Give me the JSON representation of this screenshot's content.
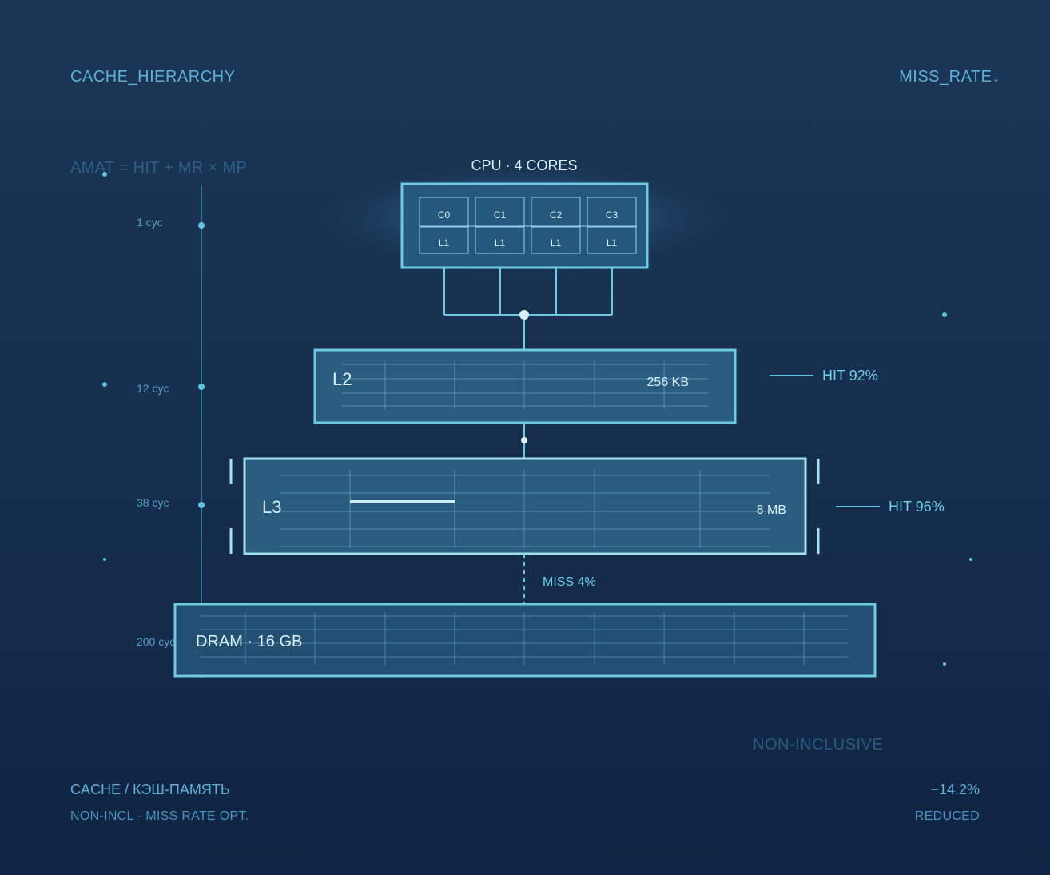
{
  "header": {
    "left_title": "CACHE_HIERARCHY",
    "right_title": "MISS_RATE↓"
  },
  "formula": "AMAT = HIT + MR × MP",
  "latencies": [
    "1 cyc",
    "12 cyc",
    "38 cyc",
    "200 cyc"
  ],
  "cpu": {
    "title": "CPU · 4 CORES",
    "cores": [
      {
        "name": "C0",
        "cache": "L1"
      },
      {
        "name": "C1",
        "cache": "L1"
      },
      {
        "name": "C2",
        "cache": "L1"
      },
      {
        "name": "C3",
        "cache": "L1"
      }
    ]
  },
  "l2": {
    "label": "L2",
    "size": "256 KB",
    "hit": "HIT 92%"
  },
  "l3": {
    "label": "L3",
    "size": "8 MB",
    "hit": "HIT 96%",
    "miss": "MISS 4%"
  },
  "dram": {
    "label": "DRAM · 16 GB"
  },
  "policy": "NON-INCLUSIVE",
  "footer": {
    "left_main": "CACHE / КЭШ-ПАМЯТЬ",
    "left_sub": "NON-INCL · MISS RATE OPT.",
    "right_main": "−14.2%",
    "right_sub": "REDUCED"
  },
  "colors": {
    "background": "#17304f",
    "accent": "#5fc4e0",
    "block_fill": "#2a5c80",
    "highlight": "#cfeef8"
  }
}
